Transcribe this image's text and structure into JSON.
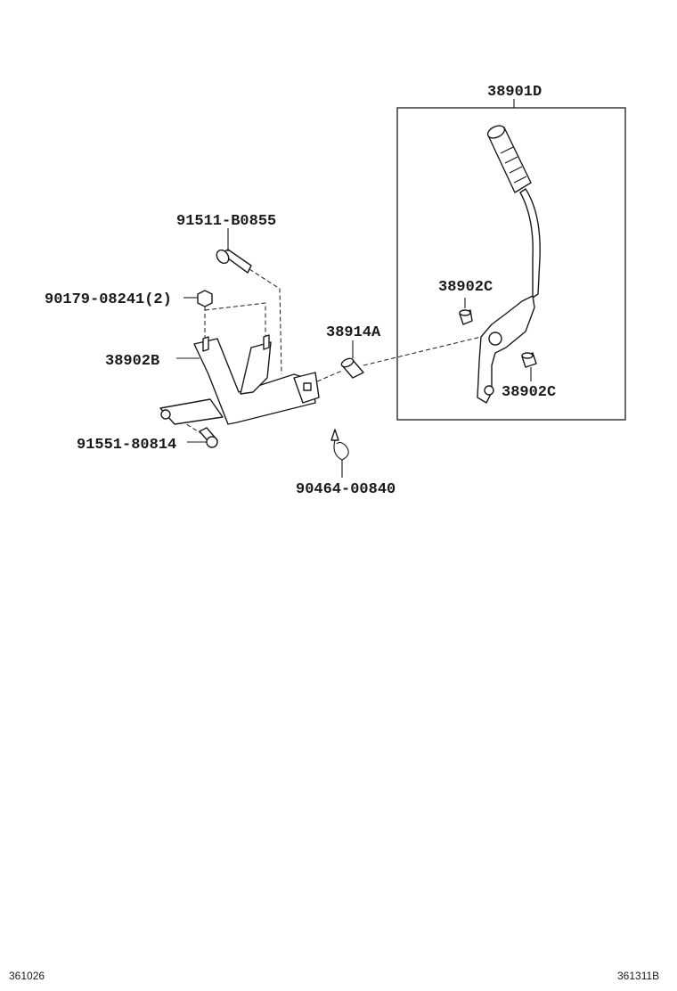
{
  "diagram": {
    "labels": {
      "lever_assembly": "38901D",
      "bolt_top": "91511-B0855",
      "nut": "90179-08241(2)",
      "bracket": "38902B",
      "collar": "38914A",
      "bushing_upper": "38902C",
      "bushing_lower": "38902C",
      "bolt_bottom": "91551-80814",
      "clip": "90464-00840"
    },
    "footer": {
      "left_code": "361026",
      "right_code": "361311B"
    }
  }
}
